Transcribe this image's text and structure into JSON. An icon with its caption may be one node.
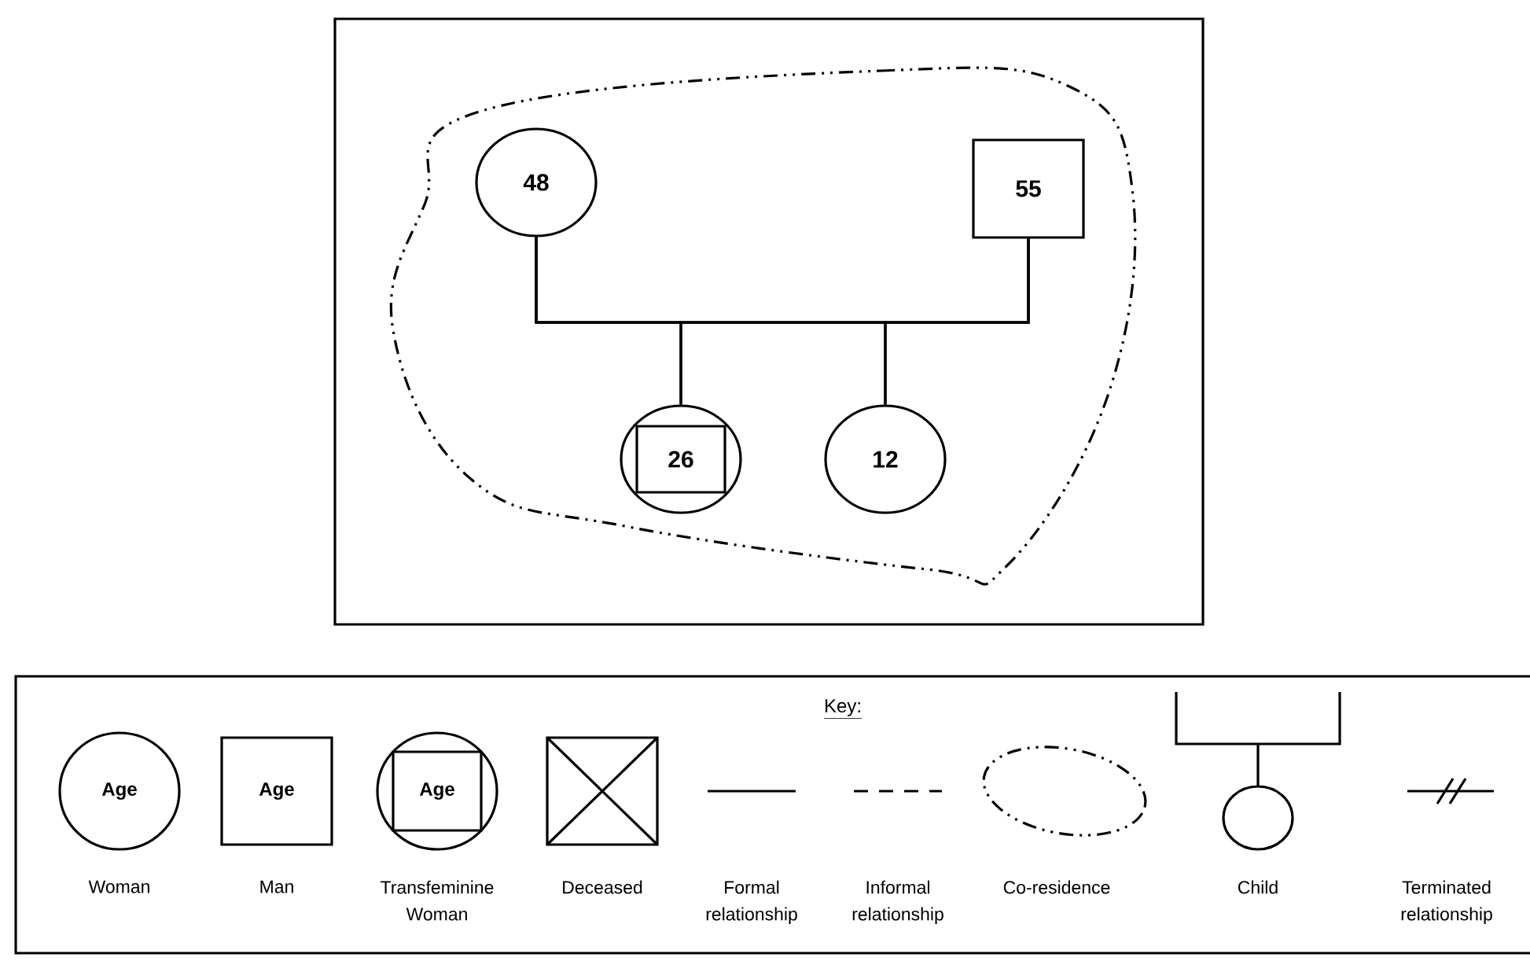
{
  "diagram": {
    "nodes": [
      {
        "text": [],
        "shape": "cloud"
      },
      {
        "text": [
          "48"
        ],
        "in": 0
      },
      {
        "text": [
          "55"
        ],
        "in": 0
      },
      {
        "text": [
          "26"
        ],
        "in": 0
      },
      {
        "text": [
          "12"
        ],
        "in": 0
      }
    ],
    "edges": [
      {
        "from": 1,
        "to": 2,
        "arrow": "none"
      },
      {
        "from": 1,
        "to": 3,
        "arrow": "none"
      },
      {
        "from": 2,
        "to": 3,
        "arrow": "none"
      },
      {
        "from": 1,
        "to": 4,
        "arrow": "none"
      },
      {
        "from": 2,
        "to": 4,
        "arrow": "none"
      }
    ],
    "labels": [
      "Key:",
      "Age",
      "Age",
      "Age"
    ],
    "legend": [
      {
        "text": "Woman"
      },
      {
        "text": "Man"
      },
      {
        "text": "Transfeminine Woman"
      },
      {
        "text": "Deceased"
      },
      {
        "text": "Formal relationship"
      },
      {
        "text": "Informal relationship"
      },
      {
        "text": "Co-residence"
      },
      {
        "text": "Child"
      },
      {
        "text": "Terminated relationship"
      }
    ]
  }
}
